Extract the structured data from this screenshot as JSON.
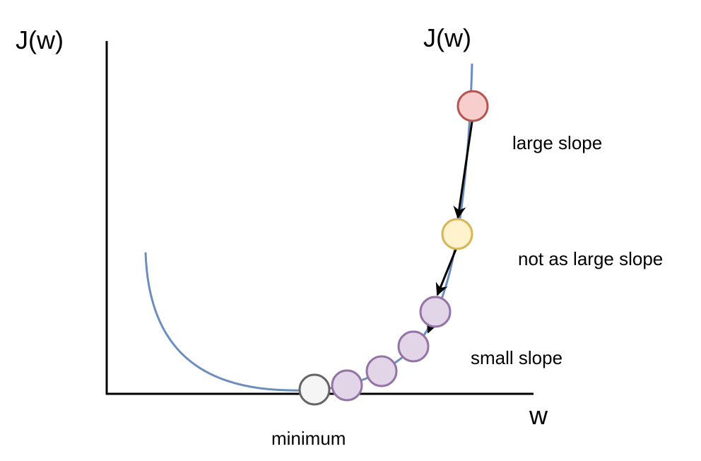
{
  "diagram": {
    "y_axis_label": "J(w)",
    "curve_label": "J(w)",
    "x_axis_label": "w",
    "annotations": {
      "large": "large slope",
      "medium": "not as large slope",
      "small": "small slope",
      "minimum": "minimum"
    },
    "colors": {
      "axis": "#000000",
      "curve": "#6c8ebf",
      "arrow": "#000000",
      "large_point_fill": "#f8cecc",
      "large_point_stroke": "#b85450",
      "medium_point_fill": "#fff2cc",
      "medium_point_stroke": "#d6b656",
      "small_point_fill": "#e1d5e7",
      "small_point_stroke": "#9673a6",
      "minimum_point_fill": "#f5f5f5",
      "minimum_point_stroke": "#666666"
    }
  }
}
